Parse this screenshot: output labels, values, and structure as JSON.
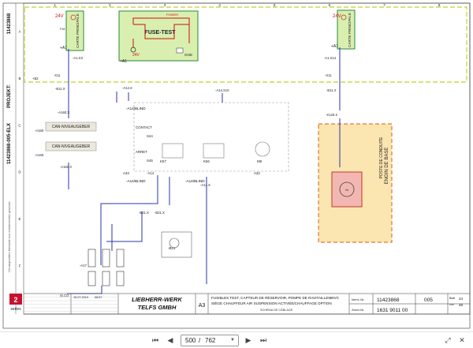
{
  "colors": {
    "wire": "#2a35a8",
    "module_fill": "#d9efb0",
    "module_border": "#2a8a3a",
    "frame": "#cbd84a",
    "optional_fill": "#fbe5b0",
    "optional_border": "#e07a30",
    "supply": "#cc1111"
  },
  "side": {
    "doc_number": "11423868",
    "project_label": "PROJEKT:",
    "project_id": "11423868-005-ELX",
    "drawing_note": "Die dargestellten Merkmale sind urheberrechtlich geschützt"
  },
  "module_left": {
    "voltage": "24V",
    "title": "CARTE PRINCIPALE",
    "ref_top": "F34",
    "pin": "+A1"
  },
  "module_mid": {
    "voltage": "24V",
    "title": "FUSE-TEST",
    "ref_power": "POWER",
    "ref_ground": "GND",
    "pin": "+A1"
  },
  "module_right": {
    "voltage": "24V",
    "title": "CARTE PRINCIPALE",
    "pin": "+A1"
  },
  "left_column": {
    "refs": [
      "-A1.XX",
      "-X11",
      "+B2",
      "-B11.X",
      "-A160.X",
      "-A160",
      "-A160",
      "-A160.X",
      "-A17",
      "IS.CO"
    ],
    "can_labels": [
      "CAN-NIVEAUGEBER",
      "CAN-NIVEAUGEBER"
    ]
  },
  "center": {
    "blind_labels": [
      "-A14/BLIND",
      "-A14/BLIND",
      "-A14/BLIND"
    ],
    "components": [
      "CONTACT",
      "ARRET",
      "S44",
      "S45",
      "K57",
      "K56",
      "M8",
      "-A14",
      "A32",
      "A33",
      "-B21"
    ],
    "refs": [
      "-A14.X",
      "-A14.X10",
      "-B21.X",
      "-B21.X",
      "-A14.X"
    ]
  },
  "right_column": {
    "refs": [
      "-A1.X14",
      "-X11",
      "-B11.X",
      "-X125.X",
      "-A15.X",
      "-A15.X"
    ],
    "option_title": "POSTE DE CONDUITE",
    "option_sub": "ENGIN DE BASE"
  },
  "grid_numbers": [
    "1",
    "2",
    "3",
    "4",
    "5",
    "6",
    "7",
    "8"
  ],
  "grid_letters": [
    "A",
    "B",
    "C",
    "D",
    "E",
    "F"
  ],
  "title_block": {
    "brand_line1": "LIEBHERR-WERK",
    "brand_line2": "TELFS GMBH",
    "format": "A3",
    "description_line1": "FUSIBLES TEST, CAPTEUR DE RÉSERVOIR, POMPE DE RAVITAILLEMENT,",
    "description_line2": "SIÈGE CHAUFFEUR AIR SUSPENSION ACTIVÉE/CHAUFFAGE OPTION",
    "schema_label": "SCHÉMA DE CÂBLAGE",
    "ident_label": "Ident.-Nr.",
    "ident_value": "11423868",
    "drawing_label": "Zeich-Nr.",
    "drawing_value": "1631 9011 00",
    "variant_value": "005",
    "sheet_label": "Blatt",
    "sheet_value": "24",
    "sheets_label": "von",
    "sheets_value": "48",
    "date_value": "15.07.2019",
    "time_value": "08:57",
    "series_label": "series",
    "series_num": "2"
  },
  "pager": {
    "current_page": "500",
    "separator": "/",
    "total_pages": "762"
  }
}
